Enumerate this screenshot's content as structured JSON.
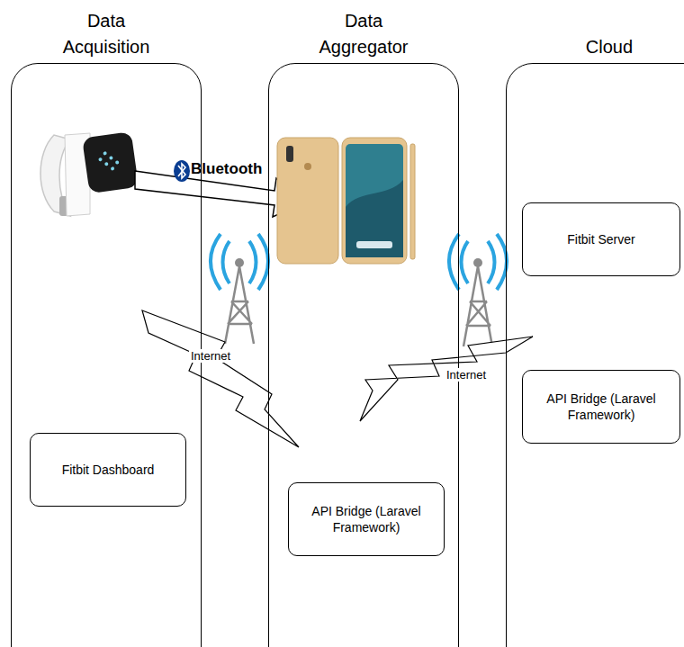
{
  "diagram": {
    "nodes": [
      {
        "text": [
          "Data Acquisition"
        ]
      },
      {
        "text": [
          "Fitbit Dashboard"
        ],
        "in": 0
      },
      {
        "text": [
          "Data Aggregator"
        ]
      },
      {
        "text": [
          "API Bridge (Laravel Framework)"
        ],
        "in": 2
      },
      {
        "text": [
          "Cloud"
        ]
      },
      {
        "text": [
          "Fitbit Server"
        ],
        "in": 4
      },
      {
        "text": [
          "API Bridge (Laravel Framework)"
        ],
        "in": 4
      }
    ],
    "labels": [
      "Bluetooth",
      "Internet",
      "Internet"
    ]
  }
}
